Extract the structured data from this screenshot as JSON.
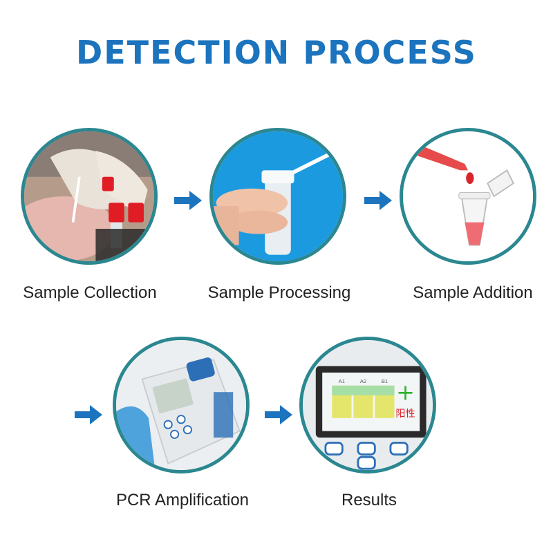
{
  "title": "DETECTION PROCESS",
  "colors": {
    "title": "#1b74bd",
    "ring": "#2b8790",
    "arrow": "#1b74bd",
    "label": "#222222"
  },
  "steps": [
    {
      "label": "Sample Collection",
      "image": "gloved-hands-swab-tubes-photo"
    },
    {
      "label": "Sample Processing",
      "image": "swab-in-tube-photo"
    },
    {
      "label": "Sample Addition",
      "image": "pipette-dropping-into-tube"
    },
    {
      "label": "PCR Amplification",
      "image": "handheld-pcr-device-photo"
    },
    {
      "label": "Results",
      "image": "device-screen-result-photo"
    }
  ],
  "result_screen": {
    "wells": [
      "A1",
      "A2",
      "B1"
    ],
    "positive_symbol": "+",
    "positive_text": "阳性"
  }
}
